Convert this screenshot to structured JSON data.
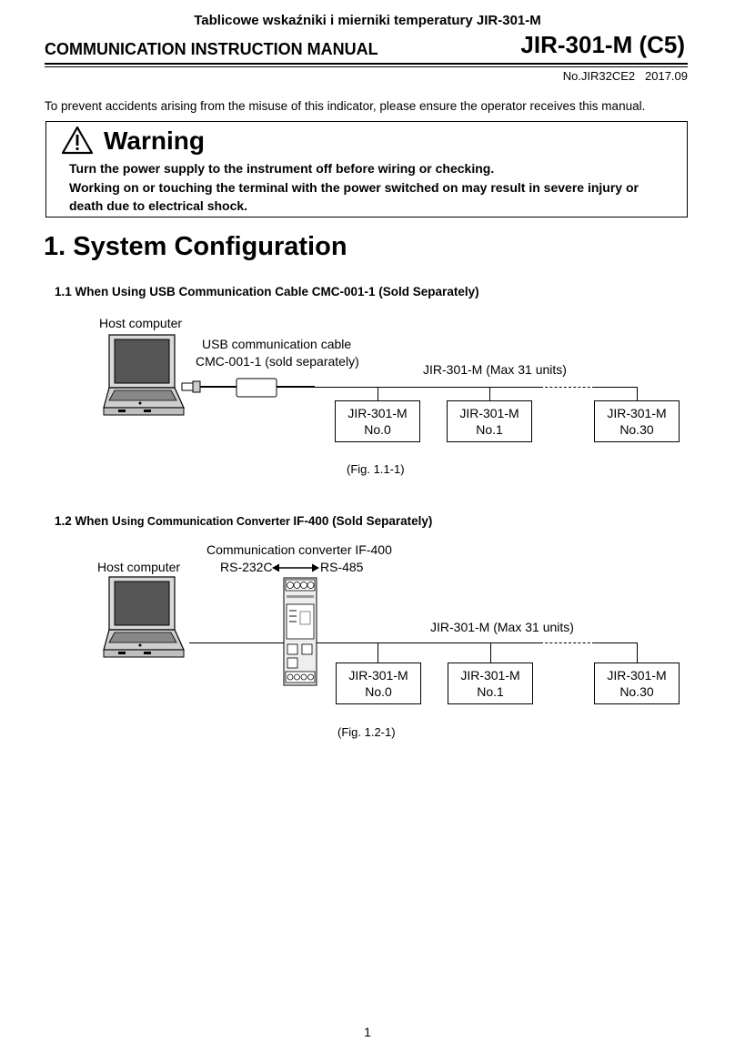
{
  "header": {
    "top_title": "Tablicowe wskaźniki i mierniki temperatury JIR-301-M",
    "manual_title": "COMMUNICATION INSTRUCTION MANUAL",
    "model": "JIR-301-M (C5)",
    "doc_no": "No.JIR32CE2   2017.09"
  },
  "intro": "To prevent accidents arising from the misuse of this indicator, please ensure the operator receives this manual.",
  "warning": {
    "title": "Warning",
    "line1": "Turn the power supply to the instrument off before wiring or checking.",
    "line2": "Working on or touching the terminal with the power switched on may result in severe injury or",
    "line3": "death due to electrical shock."
  },
  "section1": {
    "heading": "1. System Configuration"
  },
  "fig1": {
    "heading": "1.1 When Using USB Communication Cable CMC-001-1 (Sold Separately)",
    "host_label": "Host computer",
    "cable_label1": "USB communication cable",
    "cable_label2": "CMC-001-1 (sold separately)",
    "bus_label": "JIR-301-M (Max 31 units)",
    "units": [
      {
        "line1": "JIR-301-M",
        "line2": "No.0"
      },
      {
        "line1": "JIR-301-M",
        "line2": "No.1"
      },
      {
        "line1": "JIR-301-M",
        "line2": "No.30"
      }
    ],
    "caption": "(Fig. 1.1-1)"
  },
  "fig2": {
    "heading_bold1": "1.2 When U",
    "heading_thin": "sing Communication Converter ",
    "heading_bold2": "IF-400 (Sold Separately)",
    "host_label": "Host computer",
    "converter_label": "Communication converter IF-400",
    "rs232": "RS-232C",
    "rs485": "RS-485",
    "bus_label": "JIR-301-M (Max 31 units)",
    "units": [
      {
        "line1": "JIR-301-M",
        "line2": "No.0"
      },
      {
        "line1": "JIR-301-M",
        "line2": "No.1"
      },
      {
        "line1": "JIR-301-M",
        "line2": "No.30"
      }
    ],
    "caption": "(Fig. 1.2-1)"
  },
  "page_number": "1"
}
